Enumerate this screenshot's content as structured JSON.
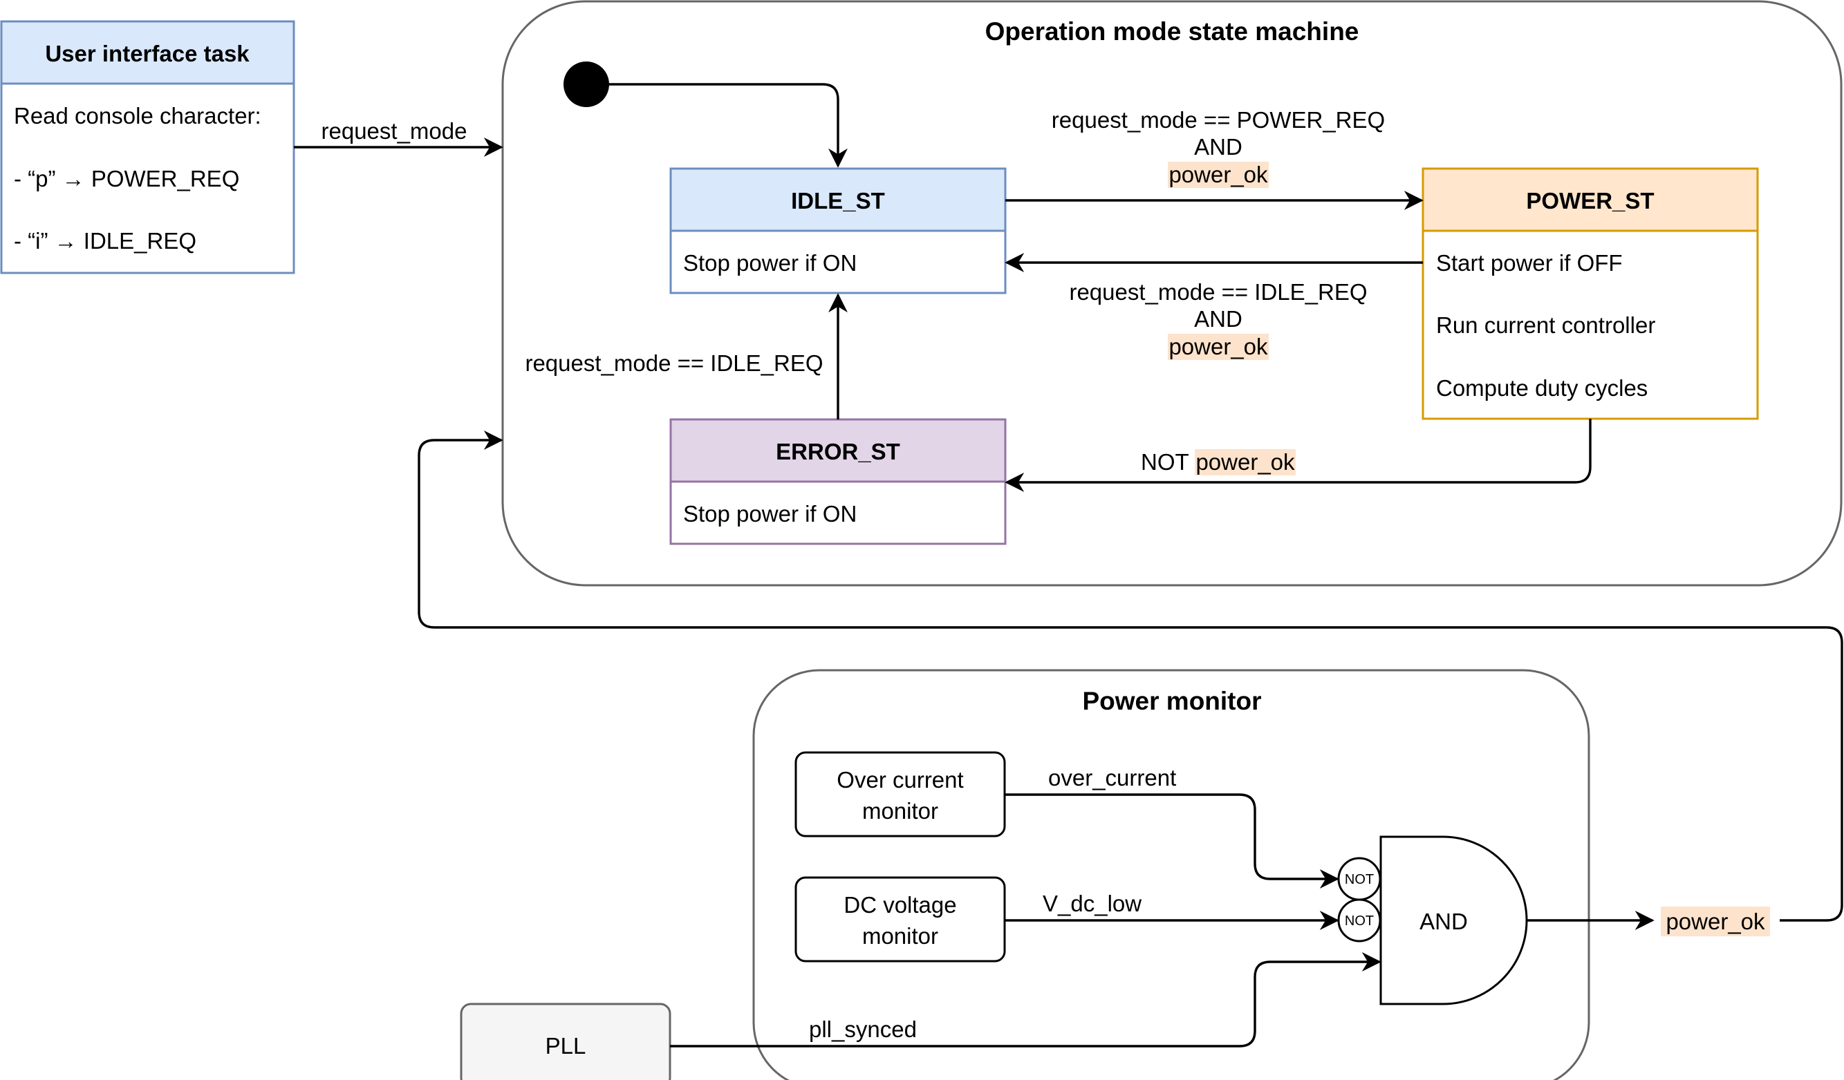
{
  "colors": {
    "blue_header": "#dae8fc",
    "blue_border": "#6c8ebf",
    "orange_header": "#ffe6cc",
    "orange_border": "#d79b00",
    "purple_header": "#e1d5e7",
    "purple_border": "#9673a6",
    "container_border": "#666666",
    "pll_fill": "#f5f5f5",
    "highlight": "#fde3cc"
  },
  "ui_task": {
    "title": "User interface task",
    "lines": [
      "Read console character:",
      "- “p” →  POWER_REQ",
      "- “i” → IDLE_REQ"
    ]
  },
  "state_machine": {
    "title": "Operation mode state machine",
    "states": {
      "idle": {
        "name": "IDLE_ST",
        "actions": [
          "Stop power if ON"
        ]
      },
      "power": {
        "name": "POWER_ST",
        "actions": [
          "Start power if OFF",
          "Run current controller",
          "Compute duty cycles"
        ]
      },
      "error": {
        "name": "ERROR_ST",
        "actions": [
          "Stop power if ON"
        ]
      }
    },
    "transitions": {
      "idle_to_power": {
        "line1": "request_mode == POWER_REQ",
        "line2": "AND",
        "line3": "power_ok"
      },
      "power_to_idle": {
        "line1": "request_mode == IDLE_REQ",
        "line2": "AND",
        "line3": "power_ok"
      },
      "error_to_idle": {
        "label": "request_mode == IDLE_REQ"
      },
      "power_to_error": {
        "prefix": "NOT",
        "signal": "power_ok"
      }
    }
  },
  "signals": {
    "request_mode": "request_mode",
    "over_current": "over_current",
    "v_dc_low": "V_dc_low",
    "pll_synced": "pll_synced",
    "power_ok": "power_ok"
  },
  "power_monitor": {
    "title": "Power monitor",
    "over_current_block": [
      "Over current",
      "monitor"
    ],
    "dc_voltage_block": [
      "DC voltage",
      "monitor"
    ],
    "and_gate": "AND",
    "not_label": "NOT"
  },
  "pll": {
    "label": "PLL"
  }
}
